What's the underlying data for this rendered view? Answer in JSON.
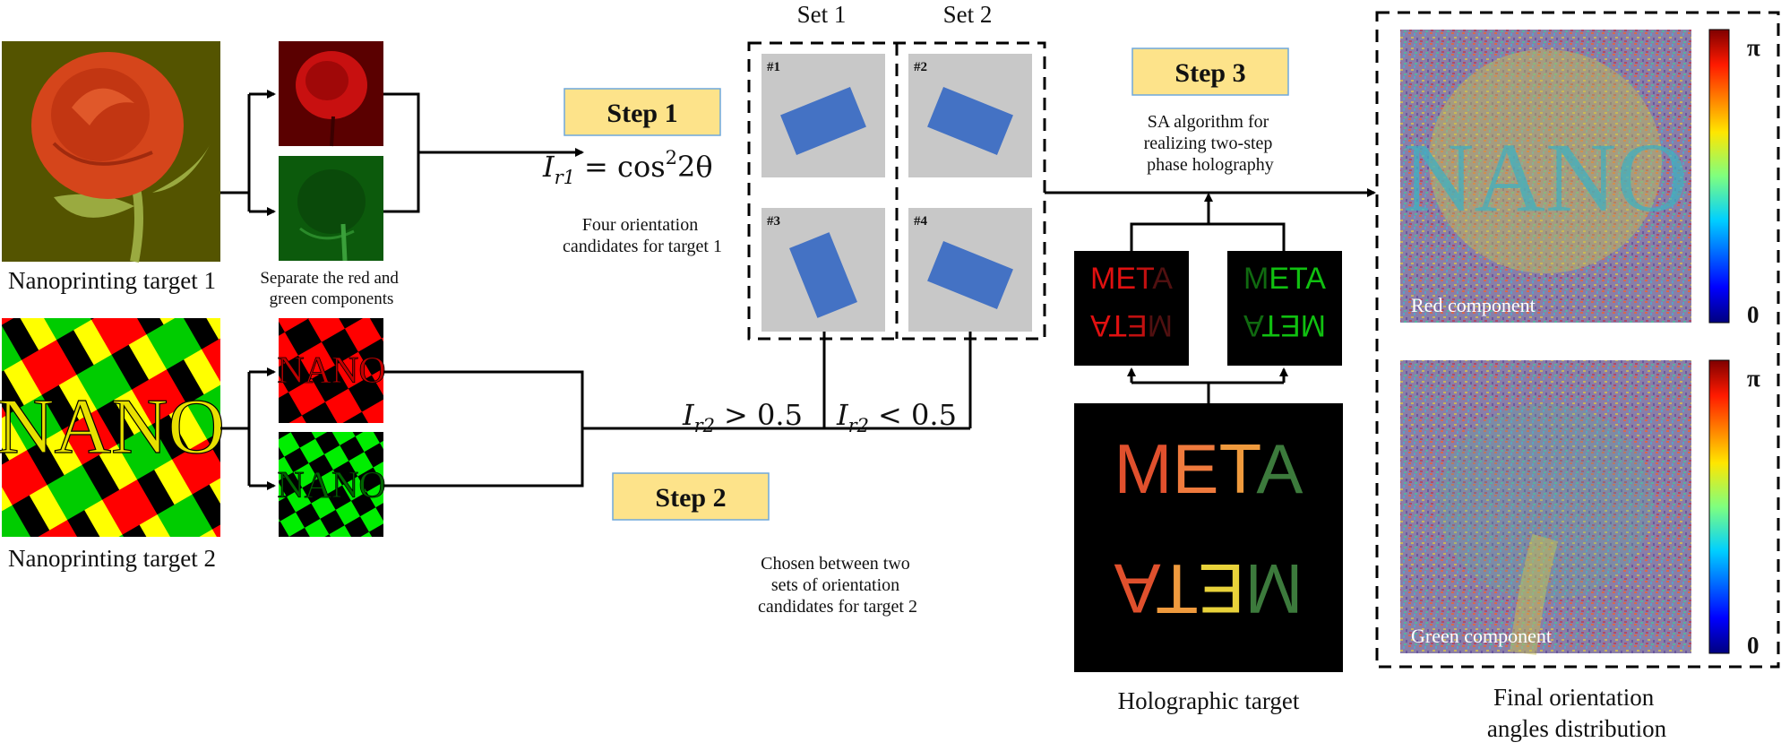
{
  "colors": {
    "step_box_fill": "#fde38a",
    "step_box_stroke": "#6fa8dc",
    "tile_gray": "#c8c8c8",
    "rect_blue": "#4472c4",
    "rose_bg": "#545400",
    "meta_red": "#e0502d",
    "meta_orange": "#ef9a3d",
    "meta_yellow": "#e8d23a",
    "meta_green": "#3c7a3c"
  },
  "targets": {
    "target1_caption": "Nanoprinting target 1",
    "target2_caption": "Nanoprinting target 2",
    "nano_text": "NANO",
    "separate_caption": "Separate the red and green components"
  },
  "steps": {
    "step1": "Step 1",
    "step2": "Step 2",
    "step3": "Step 3"
  },
  "equations": {
    "ir1": "I_r1 = cos²2θ",
    "ir1_base": "I",
    "ir1_sub": "r1",
    "ir1_rhs": "= cos",
    "ir1_sup": "2",
    "ir1_tail": "2θ",
    "ir2_gt_base": "I",
    "ir2_gt_sub": "r2",
    "ir2_gt_rhs": "> 0.5",
    "ir2_lt_base": "I",
    "ir2_lt_sub": "r2",
    "ir2_lt_rhs": "< 0.5"
  },
  "orientation": {
    "set1_label": "Set 1",
    "set2_label": "Set 2",
    "tiles": [
      {
        "id": "#1",
        "angle_deg": -22
      },
      {
        "id": "#2",
        "angle_deg": 22
      },
      {
        "id": "#3",
        "angle_deg": 68
      },
      {
        "id": "#4",
        "angle_deg": 22
      }
    ],
    "four_candidates_line1": "Four orientation",
    "four_candidates_line2": "candidates for target 1",
    "chosen_line1": "Chosen between two",
    "chosen_line2": "sets of orientation",
    "chosen_line3": "candidates for target 2"
  },
  "holography": {
    "sa_line1": "SA algorithm for",
    "sa_line2": "realizing two-step",
    "sa_line3": "phase holography",
    "meta_text": "META",
    "holo_caption": "Holographic target"
  },
  "final": {
    "red_component": "Red component",
    "green_component": "Green component",
    "pi_label": "π",
    "zero_label": "0",
    "caption_line1": "Final orientation",
    "caption_line2": "angles distribution"
  }
}
